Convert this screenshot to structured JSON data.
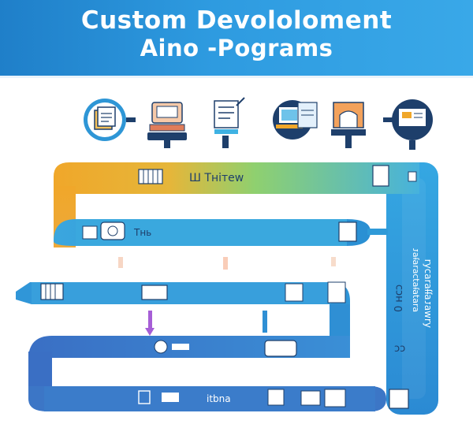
{
  "header": {
    "title_line1": "Custom Devololoment",
    "title_line2": "Aino -Pograms"
  },
  "colors": {
    "header_blue": "#2790d6",
    "pipe_orange": "#f0a72a",
    "pipe_green": "#8fd06f",
    "pipe_blue": "#2f9ad8",
    "pipe_dark": "#3d6fc0",
    "icon_navy": "#1e3f6b",
    "accent_purple": "#a65ed6",
    "accent_peach": "#f6c9a8"
  },
  "top_icons": [
    {
      "name": "document-stack-icon"
    },
    {
      "name": "workstation-icon"
    },
    {
      "name": "checklist-icon"
    },
    {
      "name": "laptop-icon"
    },
    {
      "name": "building-icon"
    },
    {
      "name": "monitor-icon"
    }
  ],
  "pipe_labels": {
    "band1": "Ш Тнітеw",
    "band2": "Tнь",
    "band5": "itbna",
    "vertical_right_a": "ʎɹʍɐɾɐɟɟɐɹɐɔʎɹ",
    "vertical_right_b": "ɐɹɐʇɐɟɐʇɔɐɹɐɟɐɾ",
    "side_right_c": "0 нсɔ",
    "side_right_d": "ɔɔ"
  }
}
